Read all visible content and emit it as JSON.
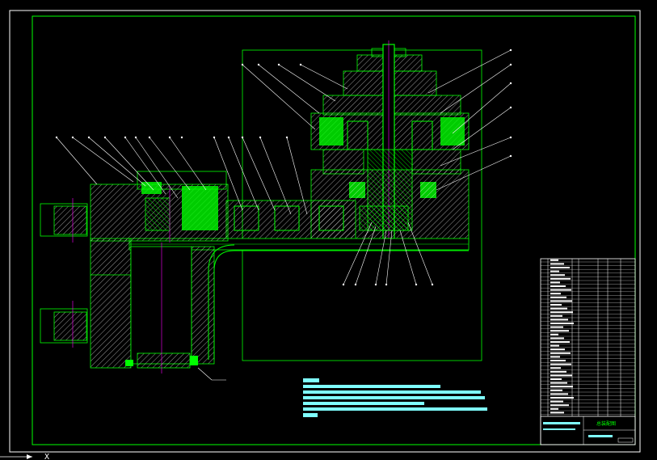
{
  "drawing": {
    "title_block_name": "总装配图",
    "axis_marker": "X",
    "palette": {
      "background": "#000000",
      "outline": "#00ff00",
      "hatch": "#ffffff",
      "section_fill": "#00ff00",
      "centerline": "#ff00ff",
      "notes_bar": "#7fffff",
      "leader": "#ffffff"
    }
  },
  "technical_requirements": {
    "line_count": 7
  }
}
